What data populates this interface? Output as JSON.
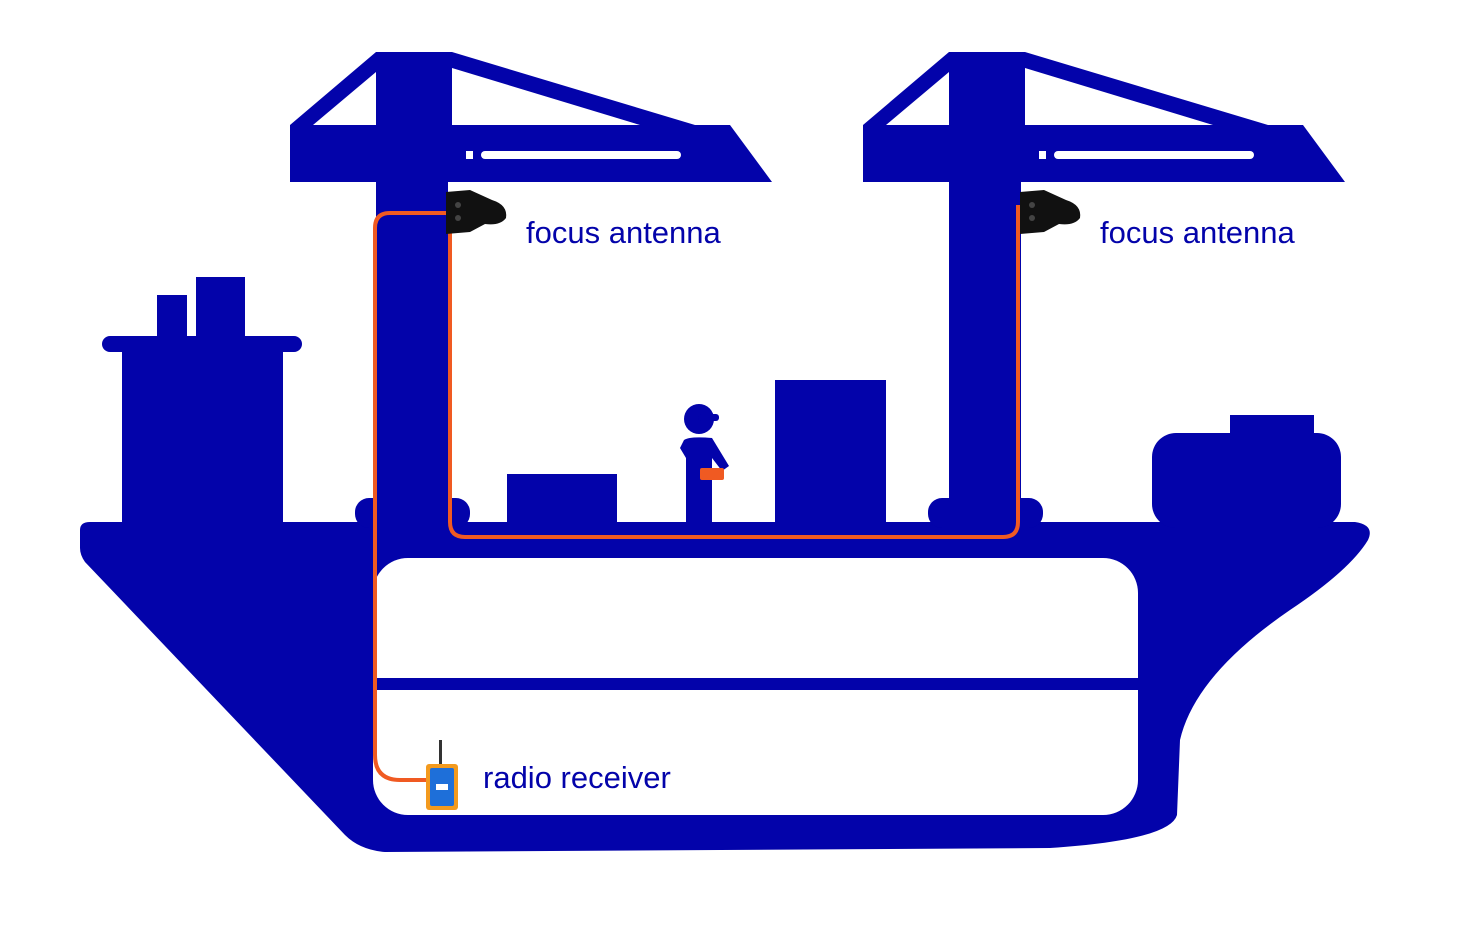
{
  "labels": {
    "antenna_left": "focus antenna",
    "antenna_right": "focus antenna",
    "receiver": "radio receiver"
  },
  "colors": {
    "ship": "#0303AA",
    "cable": "#F05A22",
    "receiver_body": "#F39A1E",
    "receiver_panel": "#1E6FD9",
    "antenna": "#111111"
  }
}
